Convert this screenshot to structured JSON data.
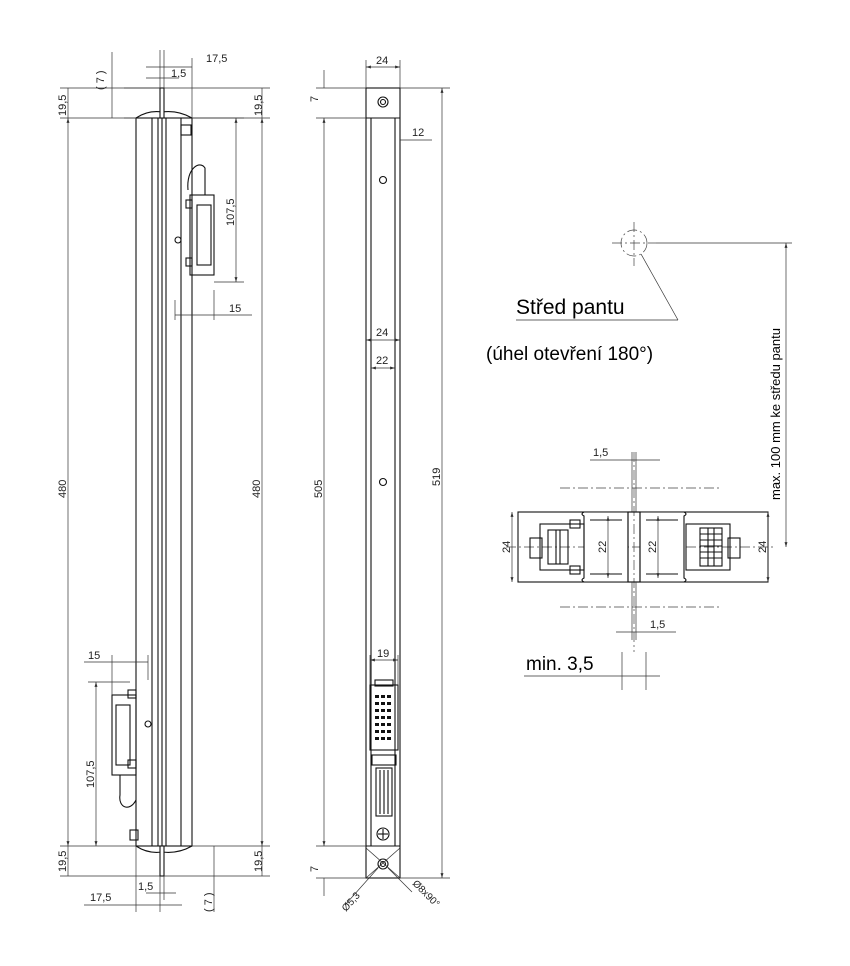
{
  "view_left": {
    "dim_top_width": "17,5",
    "dim_top_pin": "1,5",
    "dim_top_offset": "( 7 )",
    "dim_top_left": "19,5",
    "dim_top_right": "19,5",
    "dim_length_left": "480",
    "dim_length_right": "480",
    "dim_upper_connector": "107,5",
    "dim_upper_depth": "15",
    "dim_lower_depth": "15",
    "dim_lower_connector": "107,5",
    "dim_bottom_left": "19,5",
    "dim_bottom_right": "19,5",
    "dim_bottom_width": "17,5",
    "dim_bottom_pin": "1,5",
    "dim_bottom_offset": "( 7 )"
  },
  "view_front": {
    "dim_top_width": "24",
    "dim_top_7": "7",
    "dim_slot": "12",
    "dim_width_outer": "24",
    "dim_width_inner": "22",
    "dim_505": "505",
    "dim_519": "519",
    "dim_connector_width": "19",
    "dim_bottom_7": "7",
    "dim_hole": "Ø5,3",
    "dim_countersink": "Ø8x90°"
  },
  "view_hinge": {
    "label_hinge_center": "Střed pantu",
    "label_opening": "(úhel otevření 180°)",
    "label_max_distance": "max. 100 mm ke středu pantu",
    "dim_gap_top": "1,5",
    "dim_gap_bottom": "1,5",
    "dim_height_left": "24",
    "dim_inner_left": "22",
    "dim_inner_right": "22",
    "dim_height_right": "24",
    "label_min": "min. 3,5"
  }
}
